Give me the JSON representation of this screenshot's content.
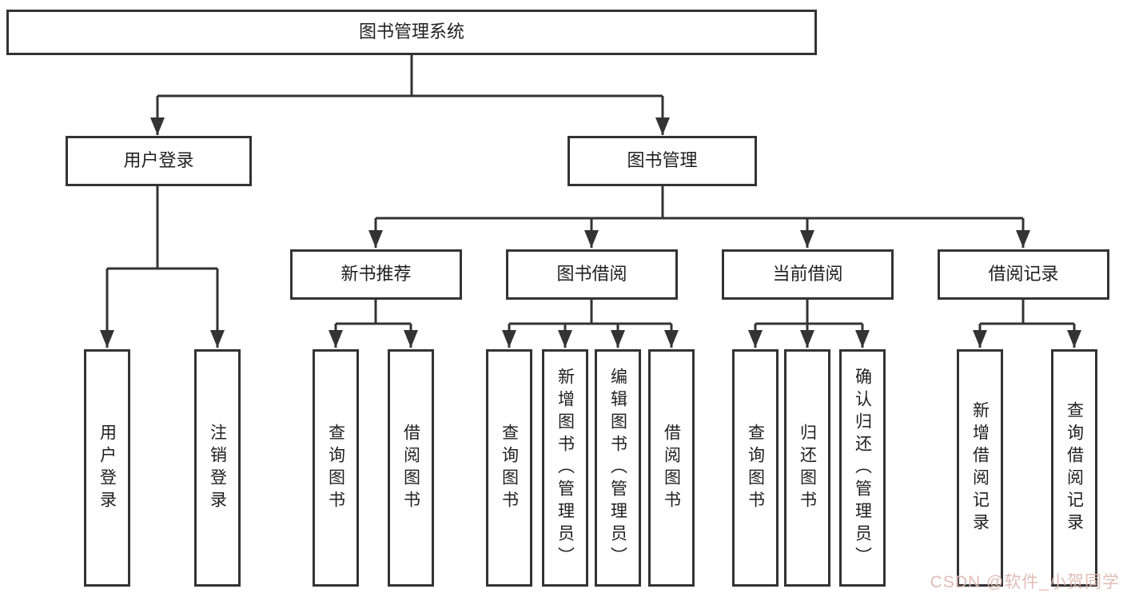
{
  "diagram": {
    "title": "图书管理系统",
    "user_login": {
      "label": "用户登录",
      "children": [
        "用户登录",
        "注销登录"
      ]
    },
    "book_management": {
      "label": "图书管理",
      "sections": [
        {
          "label": "新书推荐",
          "children": [
            "查询图书",
            "借阅图书"
          ]
        },
        {
          "label": "图书借阅",
          "children": [
            "查询图书",
            "新增图书（管理员）",
            "编辑图书（管理员）",
            "借阅图书"
          ]
        },
        {
          "label": "当前借阅",
          "children": [
            "查询图书",
            "归还图书",
            "确认归还（管理员）"
          ]
        },
        {
          "label": "借阅记录",
          "children": [
            "新增借阅记录",
            "查询借阅记录"
          ]
        }
      ]
    }
  },
  "watermark": {
    "text": "CSDN @软件_小贺同学"
  },
  "colors": {
    "line": "#333333",
    "text": "#1f1f1f",
    "box_bg": "#ffffff",
    "watermark": "#dfb7b0"
  }
}
